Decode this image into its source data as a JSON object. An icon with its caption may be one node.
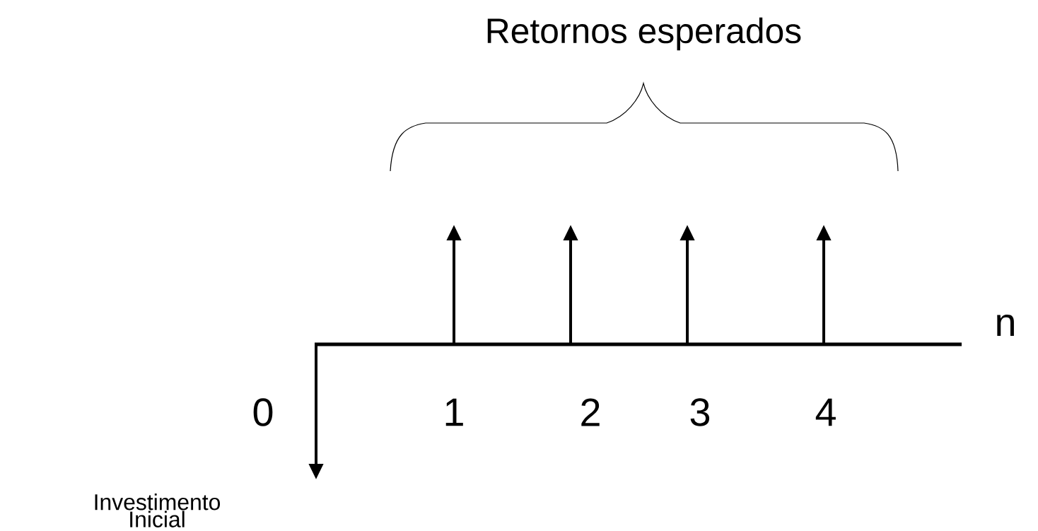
{
  "diagram": {
    "title": "Retornos esperados",
    "labels": [
      "n",
      "0",
      "1",
      "2",
      "3",
      "4",
      "Investimento Inicial"
    ]
  }
}
